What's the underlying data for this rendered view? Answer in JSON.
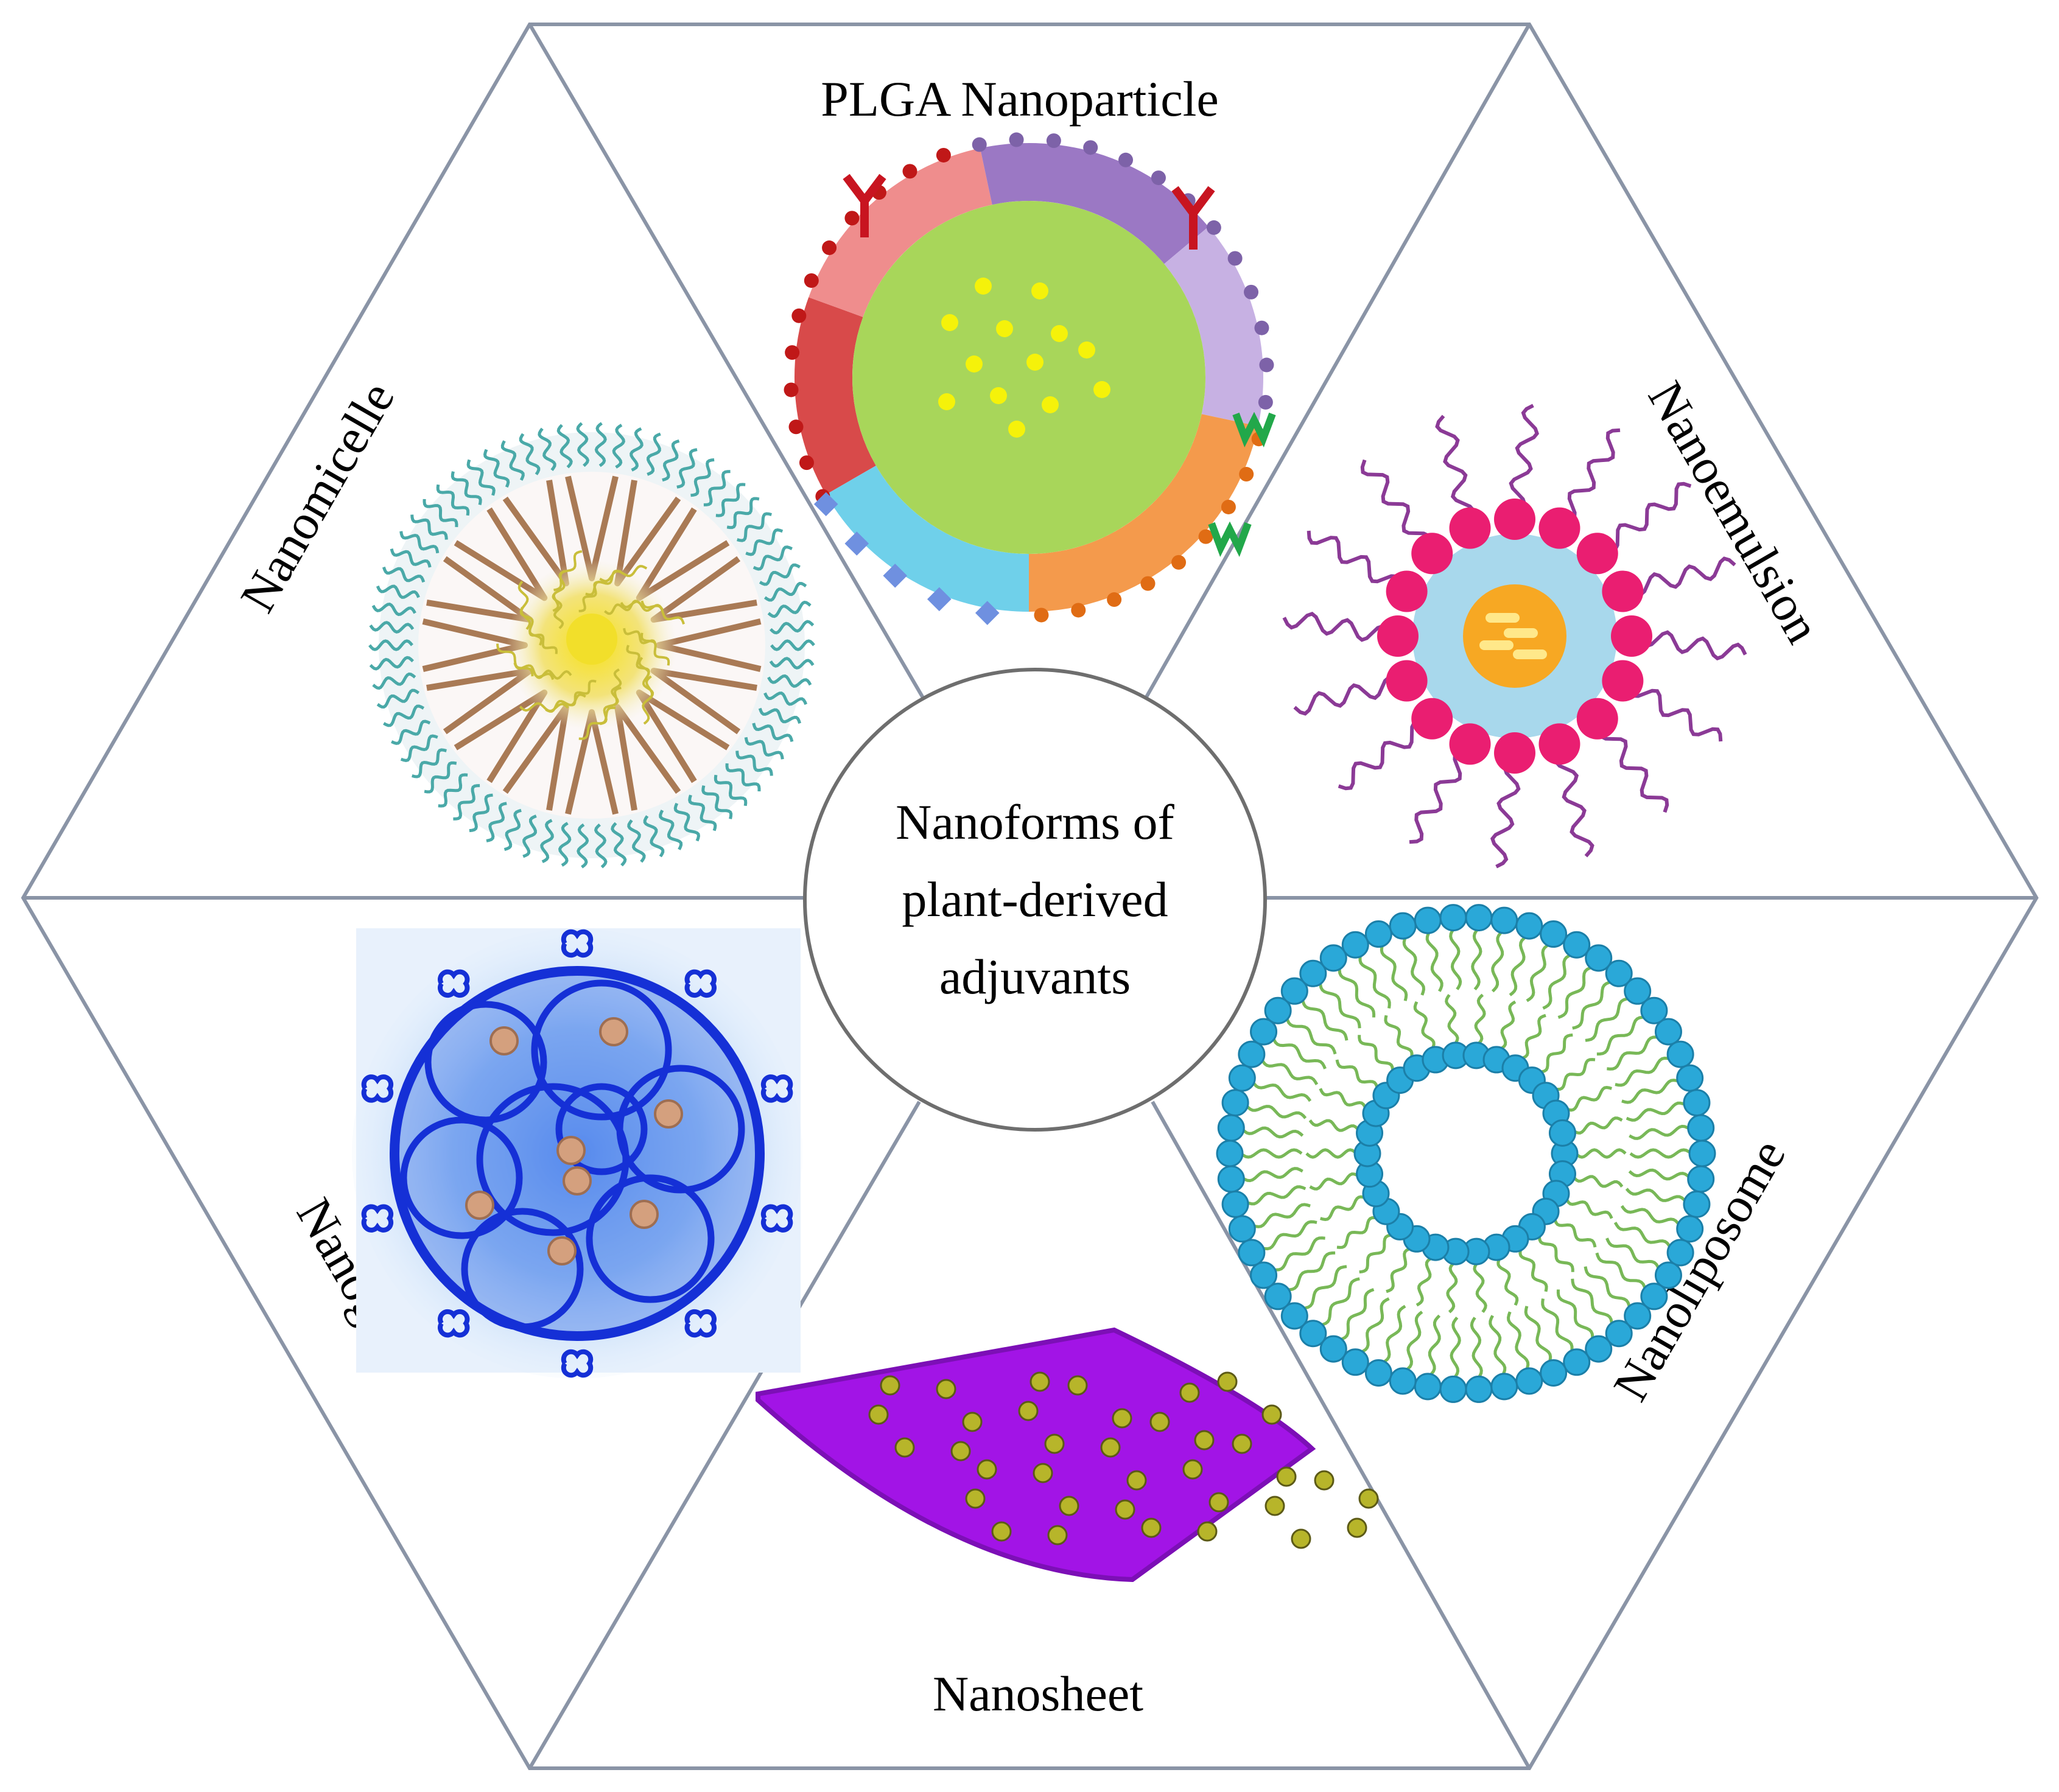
{
  "center": {
    "lines": [
      "Nanoforms of",
      "plant-derived",
      "adjuvants"
    ]
  },
  "segments": {
    "plga": {
      "label": "PLGA Nanoparticle"
    },
    "nanomicelle": {
      "label": "Nanomicelle"
    },
    "nanoemulsion": {
      "label": "Nanoemulsion"
    },
    "nanogel": {
      "label": "Nanogel"
    },
    "nanoliposome": {
      "label": "Nanoliposome"
    },
    "nanosheet": {
      "label": "Nanosheet"
    }
  },
  "colors": {
    "hex_line": "#8a94a6",
    "center_ring": "#6e6e6e",
    "plga_core": "#a8d65a",
    "plga_dots": "#f5f20a",
    "micelle_tails": "#4aa9a8",
    "micelle_core": "#f2df2a",
    "micelle_rods": "#a97a55",
    "emulsion_heads": "#ea1e71",
    "emulsion_tails": "#8b3a96",
    "emulsion_shell": "#a8d8ec",
    "emulsion_core": "#f7a823",
    "gel_net": "#1530d6",
    "gel_glow": "#7fb4f2",
    "liposome_heads": "#2aa8d8",
    "liposome_tails": "#78b857",
    "sheet": "#a214e6",
    "sheet_dots": "#b7b52a"
  }
}
